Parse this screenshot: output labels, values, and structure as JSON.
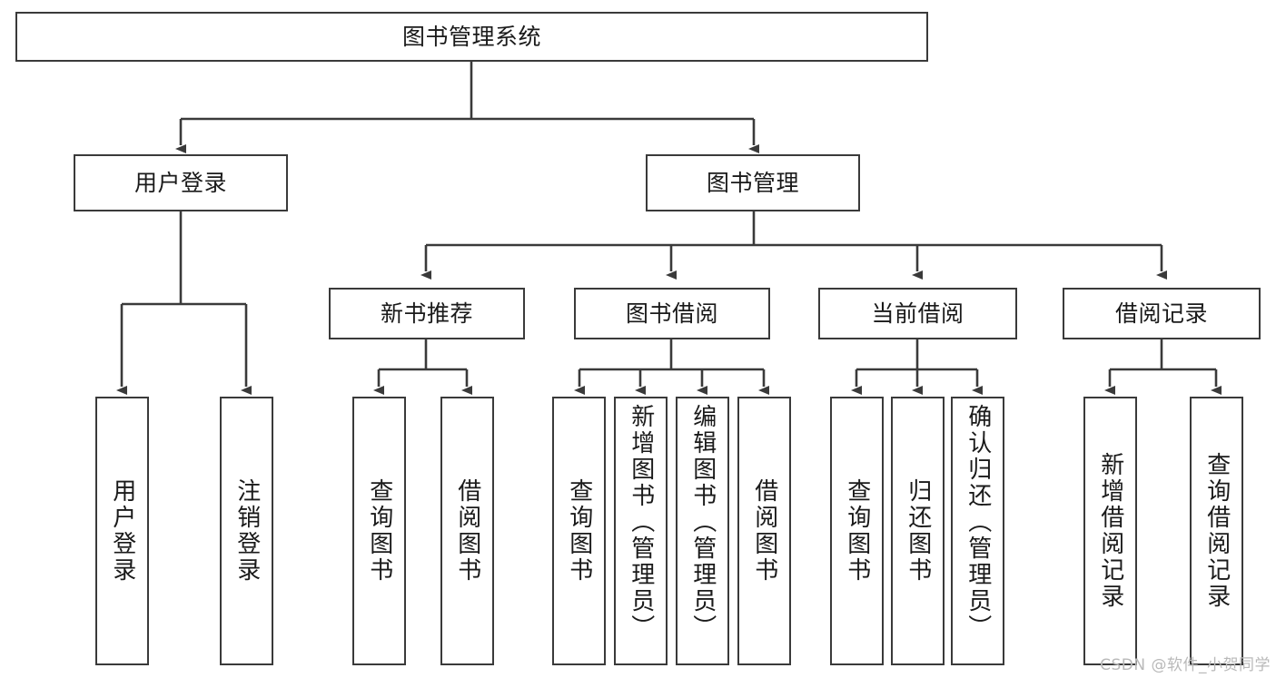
{
  "diagram": {
    "type": "tree",
    "title": "图书管理系统",
    "root": {
      "id": "root",
      "label": "图书管理系统"
    },
    "level2": [
      {
        "id": "user-login",
        "label": "用户登录"
      },
      {
        "id": "book-manage",
        "label": "图书管理"
      }
    ],
    "level3": [
      {
        "id": "new-book-recommend",
        "label": "新书推荐"
      },
      {
        "id": "book-borrow",
        "label": "图书借阅"
      },
      {
        "id": "current-borrow",
        "label": "当前借阅"
      },
      {
        "id": "borrow-record",
        "label": "借阅记录"
      }
    ],
    "leaves": {
      "user_login": [
        {
          "id": "leaf-user-login",
          "label": "用户登录"
        },
        {
          "id": "leaf-logout-login",
          "label": "注销登录"
        }
      ],
      "new_book_recommend": [
        {
          "id": "leaf-query-book-1",
          "label": "查询图书"
        },
        {
          "id": "leaf-borrow-book-1",
          "label": "借阅图书"
        }
      ],
      "book_borrow": [
        {
          "id": "leaf-query-book-2",
          "label": "查询图书"
        },
        {
          "id": "leaf-add-book-admin",
          "label": "新增图书（管理员）"
        },
        {
          "id": "leaf-edit-book-admin",
          "label": "编辑图书（管理员）"
        },
        {
          "id": "leaf-borrow-book-2",
          "label": "借阅图书"
        }
      ],
      "current_borrow": [
        {
          "id": "leaf-query-book-3",
          "label": "查询图书"
        },
        {
          "id": "leaf-return-book",
          "label": "归还图书"
        },
        {
          "id": "leaf-confirm-return-admin",
          "label": "确认归还（管理员）"
        }
      ],
      "borrow_record": [
        {
          "id": "leaf-add-borrow-record",
          "label": "新增借阅记录"
        },
        {
          "id": "leaf-query-borrow-record",
          "label": "查询借阅记录"
        }
      ]
    }
  },
  "watermark": {
    "text": "CSDN @软件_小贺同学"
  },
  "colors": {
    "stroke": "#3a3a3a",
    "box_fill": "#ffffff",
    "text": "#1a1a1a",
    "watermark": "#b9b9b9",
    "background": "#ffffff"
  }
}
